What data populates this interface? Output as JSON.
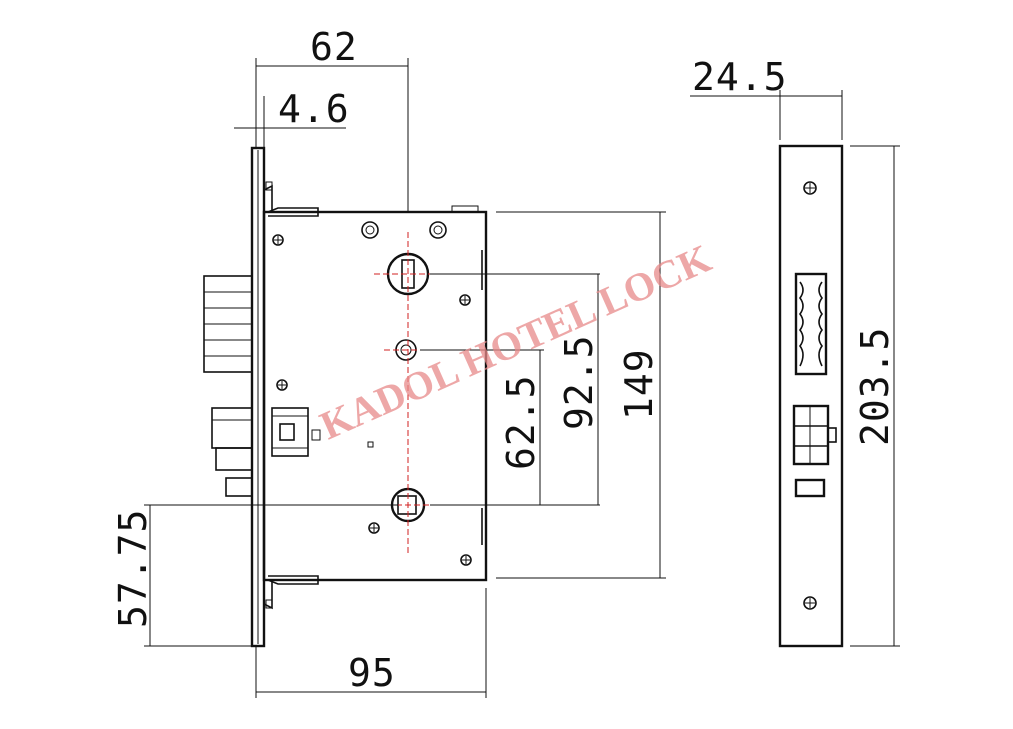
{
  "drawing": {
    "dimensions": {
      "top_width_62": "62",
      "faceplate_4_6": "4.6",
      "body_height_149": "149",
      "spindle_cyl_92_5": "92.5",
      "spindle_cyl_62_5": "62.5",
      "cyl_bottom_57_75": "57.75",
      "body_width_95": "95",
      "faceplate_width_24_5": "24.5",
      "faceplate_length_203_5": "203.5"
    },
    "watermark": "KADOL HOTEL LOCK",
    "colors": {
      "line": "#111111",
      "centerline": "#d22020",
      "watermark": "#e88a8a"
    }
  }
}
